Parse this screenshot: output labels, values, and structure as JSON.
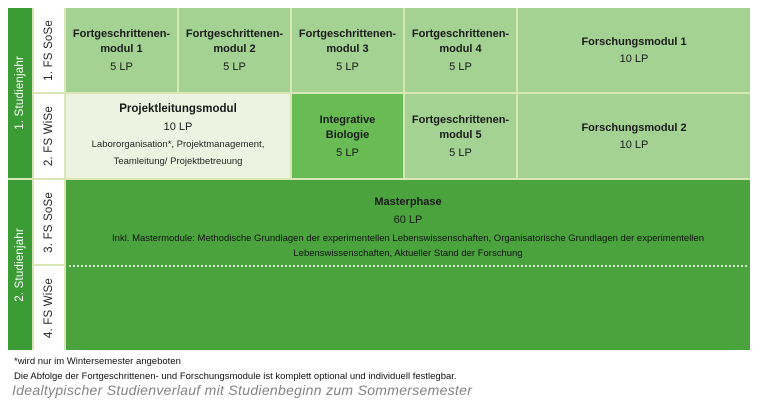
{
  "colors": {
    "year_bar_green": "#3b9c36",
    "module_light_green": "#a3d293",
    "integrative_green": "#68bc53",
    "project_pale_green": "#eef3e1",
    "masterphase_green": "#4ba33e",
    "grid_line": "#d9e6b6",
    "caption_gray": "#848484"
  },
  "years": [
    {
      "label": "1. Studienjahr"
    },
    {
      "label": "2. Studienjahr"
    }
  ],
  "semesters": [
    {
      "label": "1. FS SoSe"
    },
    {
      "label": "2. FS WiSe"
    },
    {
      "label": "3. FS SoSe"
    },
    {
      "label": "4. FS WiSe"
    }
  ],
  "modules": {
    "fm1": {
      "title": "Fortgeschrittenen-modul 1",
      "lp": "5 LP"
    },
    "fm2": {
      "title": "Fortgeschrittenen-modul 2",
      "lp": "5 LP"
    },
    "fm3": {
      "title": "Fortgeschrittenen-modul 3",
      "lp": "5 LP"
    },
    "fm4": {
      "title": "Fortgeschrittenen-modul 4",
      "lp": "5 LP"
    },
    "research1": {
      "title": "Forschungsmodul 1",
      "lp": "10 LP"
    },
    "project": {
      "title": "Projektleitungsmodul",
      "lp": "10 LP",
      "details": "Labororganisation*, Projektmanagement, Teamleitung/ Projektbetreuung"
    },
    "integrative": {
      "title": "Integrative Biologie",
      "lp": "5 LP"
    },
    "fm5": {
      "title": "Fortgeschrittenen-modul 5",
      "lp": "5 LP"
    },
    "research2": {
      "title": "Forschungsmodul 2",
      "lp": "10 LP"
    },
    "master": {
      "title": "Masterphase",
      "lp": "60 LP",
      "details": "Inkl. Mastermodule: Methodische Grundlagen der experimentellen Lebenswissenschaften, Organisatorische Grundlagen der experimentellen Lebenswissenschaften, Aktueller Stand der Forschung"
    }
  },
  "footnotes": [
    "*wird nur im Wintersemester angeboten",
    "Die Abfolge der Fortgeschrittenen- und Forschungsmodule ist komplett optional und individuell festlegbar."
  ],
  "caption": "Idealtypischer Studienverlauf mit Studienbeginn zum Sommersemester"
}
